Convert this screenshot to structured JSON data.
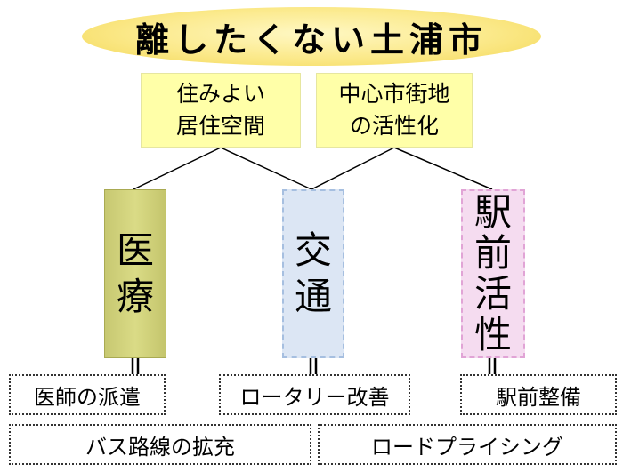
{
  "title": "離したくない土浦市",
  "goals": [
    {
      "id": "living",
      "text": "住みよい\n居住空間"
    },
    {
      "id": "center",
      "text": "中心市街地\nの活性化"
    }
  ],
  "pillars": [
    {
      "id": "medical",
      "text": "医\n療",
      "color": "#d2d37d"
    },
    {
      "id": "traffic",
      "text": "交\n通",
      "color": "#dce6f4"
    },
    {
      "id": "station",
      "text": "駅\n前\n活\n性",
      "color": "#f5dcf0"
    }
  ],
  "measures": {
    "doctor_dispatch": "医師の派遣",
    "rotary_improvement": "ロータリー改善",
    "station_maintenance": "駅前整備",
    "bus_route_expansion": "バス路線の拡充",
    "road_pricing": "ロードプライシング"
  }
}
